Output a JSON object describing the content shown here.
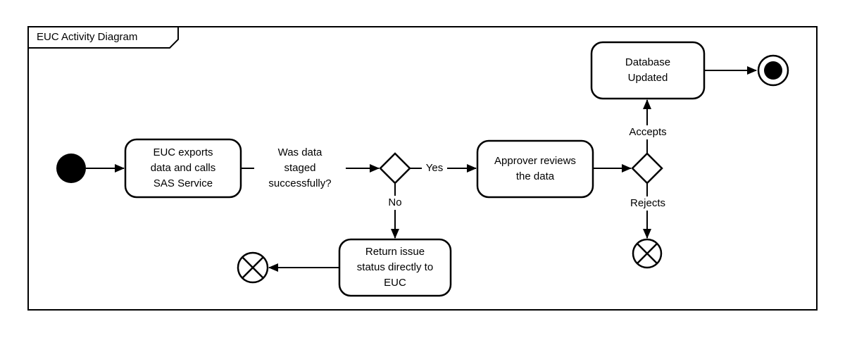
{
  "diagram": {
    "title": "EUC Activity Diagram",
    "colors": {
      "stroke": "#000000",
      "node_fill": "#ffffff",
      "background": "#ffffff"
    },
    "nodes": {
      "start": {
        "type": "initial-node"
      },
      "task_export": {
        "label_lines": [
          "EUC exports",
          "data and calls",
          "SAS Service"
        ]
      },
      "decision_staged": {
        "question_lines": [
          "Was data",
          "staged",
          "successfully?"
        ]
      },
      "task_approver": {
        "label_lines": [
          "Approver reviews",
          "the data"
        ]
      },
      "decision_review": {
        "type": "decision"
      },
      "task_database": {
        "label_lines": [
          "Database",
          "Updated"
        ]
      },
      "task_return": {
        "label_lines": [
          "Return issue",
          "status directly to",
          "EUC"
        ]
      },
      "end_final": {
        "type": "activity-final-node"
      },
      "end_cancel_return": {
        "type": "flow-final-node"
      },
      "end_cancel_reject": {
        "type": "flow-final-node"
      }
    },
    "edge_labels": {
      "yes": "Yes",
      "no": "No",
      "accepts": "Accepts",
      "rejects": "Rejects"
    }
  }
}
